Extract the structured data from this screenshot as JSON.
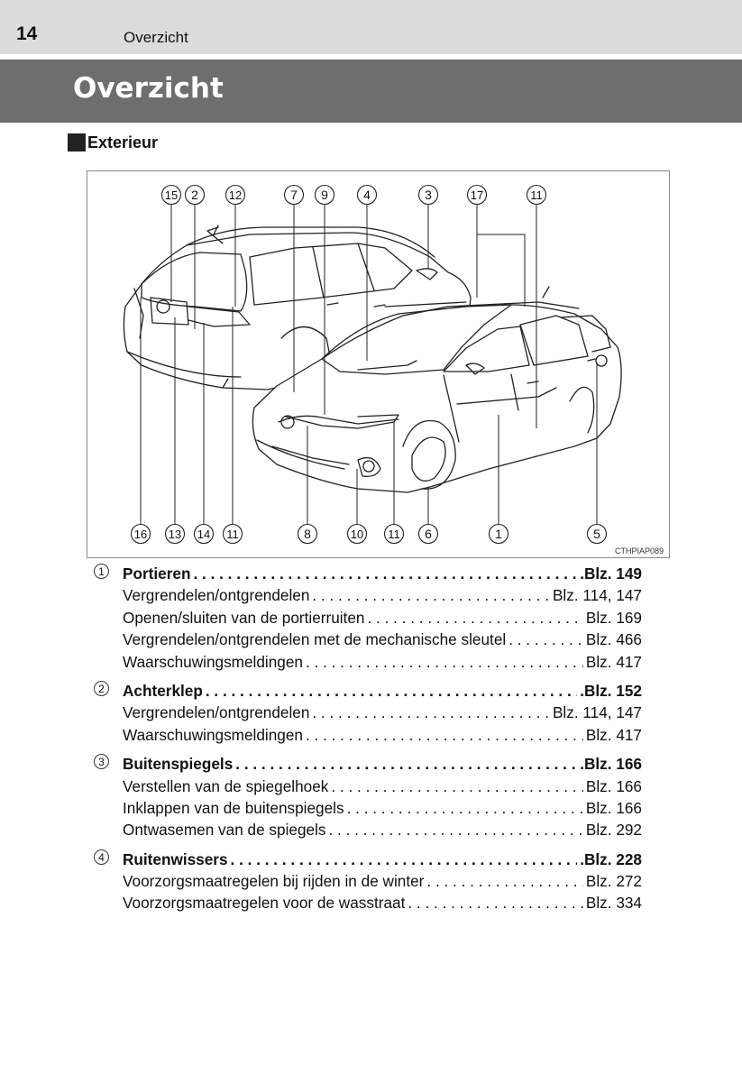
{
  "header": {
    "page_number": "14",
    "running_title": "Overzicht"
  },
  "title": "Overzicht",
  "section": {
    "title": "Exterieur"
  },
  "figure": {
    "code": "CTHPIAP089",
    "callouts_top": [
      "15",
      "2",
      "12",
      "7",
      "9",
      "4",
      "3",
      "17",
      "11"
    ],
    "callouts_bottom": [
      "16",
      "13",
      "14",
      "11",
      "8",
      "10",
      "11",
      "6",
      "1",
      "5"
    ]
  },
  "items": [
    {
      "num": "1",
      "title": "Portieren",
      "page": ".Blz. 149",
      "subs": [
        {
          "label": "Vergrendelen/ontgrendelen",
          "page": "Blz. 114, 147"
        },
        {
          "label": "Openen/sluiten van de portierruiten",
          "page": "Blz. 169"
        },
        {
          "label": "Vergrendelen/ontgrendelen met de mechanische sleutel",
          "page": "Blz. 466"
        },
        {
          "label": "Waarschuwingsmeldingen",
          "page": "Blz. 417"
        }
      ]
    },
    {
      "num": "2",
      "title": "Achterklep",
      "page": ".Blz. 152",
      "subs": [
        {
          "label": "Vergrendelen/ontgrendelen",
          "page": "Blz. 114, 147"
        },
        {
          "label": "Waarschuwingsmeldingen",
          "page": "Blz. 417"
        }
      ]
    },
    {
      "num": "3",
      "title": "Buitenspiegels",
      "page": ".Blz. 166",
      "subs": [
        {
          "label": "Verstellen van de spiegelhoek",
          "page": "Blz. 166"
        },
        {
          "label": "Inklappen van de buitenspiegels",
          "page": "Blz. 166"
        },
        {
          "label": "Ontwasemen van de spiegels",
          "page": "Blz. 292"
        }
      ]
    },
    {
      "num": "4",
      "title": "Ruitenwissers",
      "page": ".Blz. 228",
      "subs": [
        {
          "label": "Voorzorgsmaatregelen bij rijden in de winter",
          "page": "Blz. 272"
        },
        {
          "label": "Voorzorgsmaatregelen voor de wasstraat",
          "page": "Blz. 334"
        }
      ]
    }
  ]
}
